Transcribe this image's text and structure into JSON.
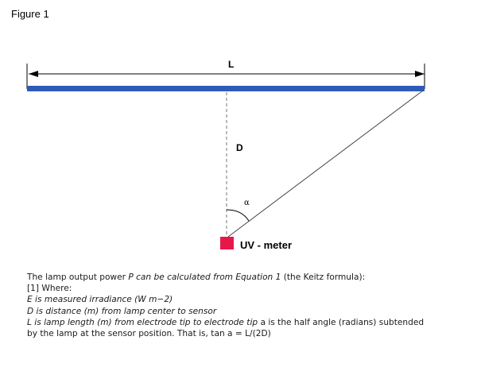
{
  "figure_label": "Figure 1",
  "diagram": {
    "length_label": "L",
    "distance_label": "D",
    "angle_label": "α",
    "sensor_label": "UV - meter",
    "colors": {
      "lamp": "#2f5bb7",
      "sensor": "#e8174a",
      "lines": "#000000"
    }
  },
  "caption": {
    "l1_a": "The lamp output power ",
    "l1_b": "P can be calculated from Equation 1",
    "l1_c": " (the Keitz formula):",
    "l2": "[1] Where:",
    "l3": "E is measured irradiance (W m−2)",
    "l4": "D is distance (m) from lamp center to sensor",
    "l5_a": "L is lamp length (m) from electrode tip to electrode tip",
    "l5_b": " a is the half angle (radians) subtended",
    "l6": "by the lamp at the sensor position. That is, tan a = L/(2D)"
  }
}
